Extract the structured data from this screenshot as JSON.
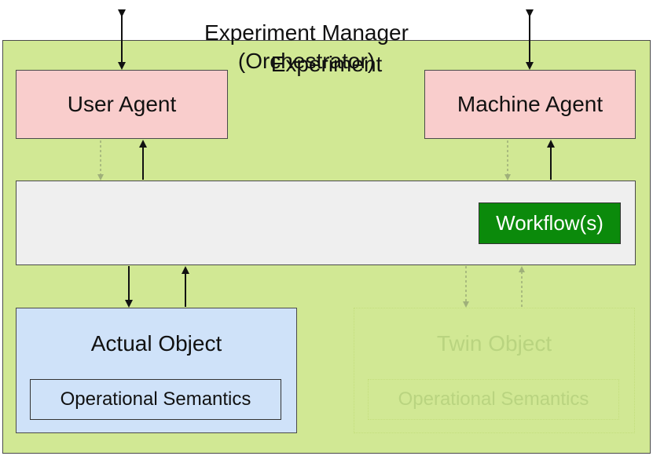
{
  "experiment": {
    "label": "Experiment"
  },
  "user_agent": {
    "label": "User Agent"
  },
  "machine_agent": {
    "label": "Machine Agent"
  },
  "manager": {
    "line1": "Experiment Manager",
    "line2": "(Orchestrator)"
  },
  "workflow": {
    "label": "Workflow(s)"
  },
  "actual_object": {
    "label": "Actual Object",
    "semantics": "Operational Semantics"
  },
  "twin_object": {
    "label": "Twin Object",
    "semantics": "Operational Semantics"
  },
  "colors": {
    "experiment_fill": "#d1e894",
    "agent_fill": "#f9cdcc",
    "manager_fill": "#efefef",
    "workflow_fill": "#0b8a0b",
    "actual_fill": "#cfe2f9",
    "faded": "#b9d480"
  }
}
